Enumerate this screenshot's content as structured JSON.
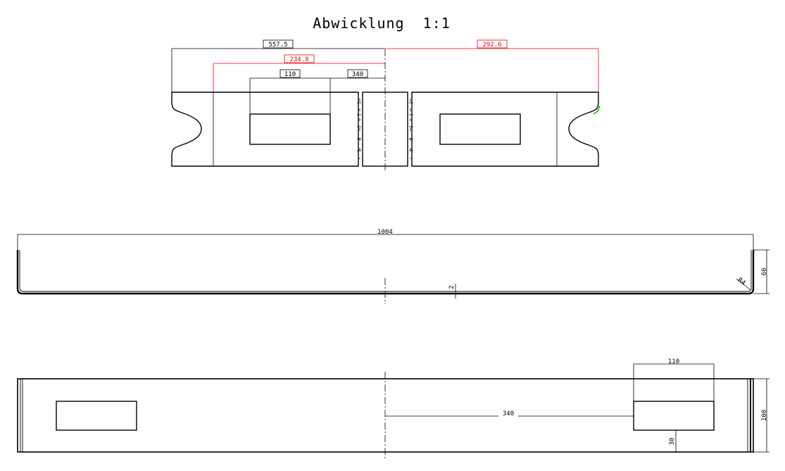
{
  "title": "Abwicklung  1:1",
  "colors": {
    "line": "#000000",
    "highlight": "#e8000b",
    "marker": "#1fb800"
  },
  "flat_pattern": {
    "dims": {
      "overall_left": "557.5",
      "right_red": "292.6",
      "left_red": "234.8",
      "hole_width": "110",
      "hole_offset": "340"
    }
  },
  "side_view": {
    "dims": {
      "length": "1004",
      "height": "60",
      "thickness": "2",
      "radius": "R4"
    }
  },
  "top_view": {
    "dims": {
      "hole_width": "110",
      "hole_offset": "340",
      "width": "100",
      "edge_offset": "30"
    }
  }
}
